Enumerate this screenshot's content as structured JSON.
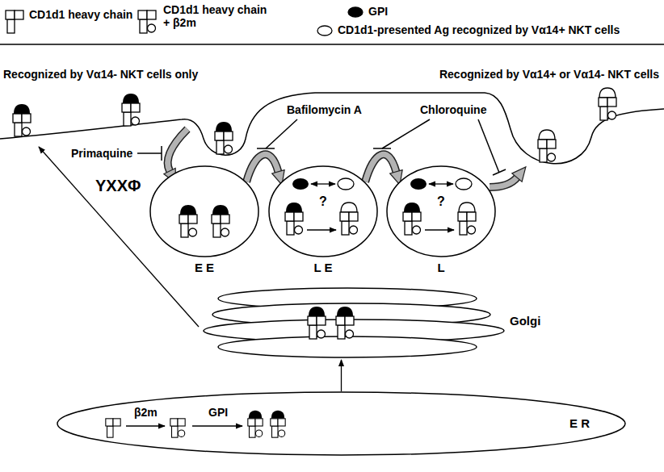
{
  "diagram": {
    "nodes": [
      {
        "text": [
          "E E"
        ]
      },
      {
        "text": [
          "?",
          "L E"
        ]
      },
      {
        "text": [
          "?",
          "L"
        ]
      },
      {
        "text": [
          "Golgi"
        ]
      },
      {
        "text": [
          "E R"
        ]
      }
    ],
    "edges": [
      {
        "from": 0,
        "to": 1,
        "arrow": "to"
      },
      {
        "from": 1,
        "to": 2,
        "arrow": "to"
      },
      {
        "from": 4,
        "to": 3,
        "arrow": "to"
      }
    ],
    "labels": [
      "Recognized by Vα14- NKT cells only",
      "Recognized by Vα14+ or Vα14- NKT cells",
      "Primaquine",
      "YXXΦ",
      "Bafilomycin A",
      "Chloroquine",
      "β2m",
      "GPI"
    ],
    "legend": [
      {
        "text": "CD1d1 heavy chain"
      },
      {
        "text": "CD1d1 heavy chain + β2m"
      },
      {
        "text": "GPI",
        "color": "#000000"
      },
      {
        "text": "CD1d1-presented Ag recognized by Vα14+ NKT cells",
        "color": "#ffffff"
      }
    ]
  }
}
